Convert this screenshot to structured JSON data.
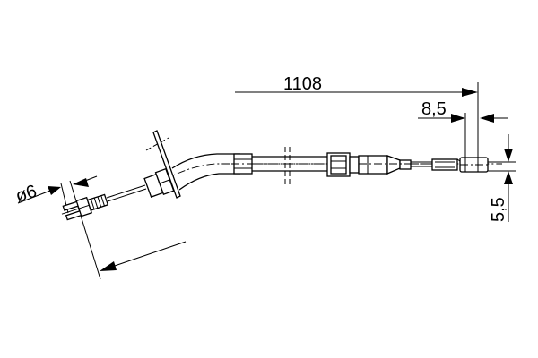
{
  "drawing": {
    "type": "brake cable technical drawing",
    "line_color": "#000000",
    "background": "#ffffff"
  },
  "dimensions": {
    "length": {
      "label": "1108",
      "description": "overall cable length"
    },
    "end_fitting_length": {
      "label": "8,5",
      "description": "end fitting length"
    },
    "end_fitting_diameter": {
      "label": "5,5",
      "description": "end fitting diameter"
    },
    "clevis_diameter": {
      "label": "ø6",
      "description": "clevis pin hole diameter"
    }
  },
  "components": [
    {
      "name": "clevis-end",
      "position": "left"
    },
    {
      "name": "inner-cable",
      "position": "left"
    },
    {
      "name": "mounting-bracket",
      "position": "left"
    },
    {
      "name": "bent-sheath",
      "position": "left-center"
    },
    {
      "name": "sheath-break-marks",
      "position": "center"
    },
    {
      "name": "adjuster-nut",
      "position": "center"
    },
    {
      "name": "sheath-end-ferrule",
      "position": "center-right"
    },
    {
      "name": "threaded-sleeve",
      "position": "right"
    },
    {
      "name": "barrel-end-fitting",
      "position": "right"
    }
  ]
}
